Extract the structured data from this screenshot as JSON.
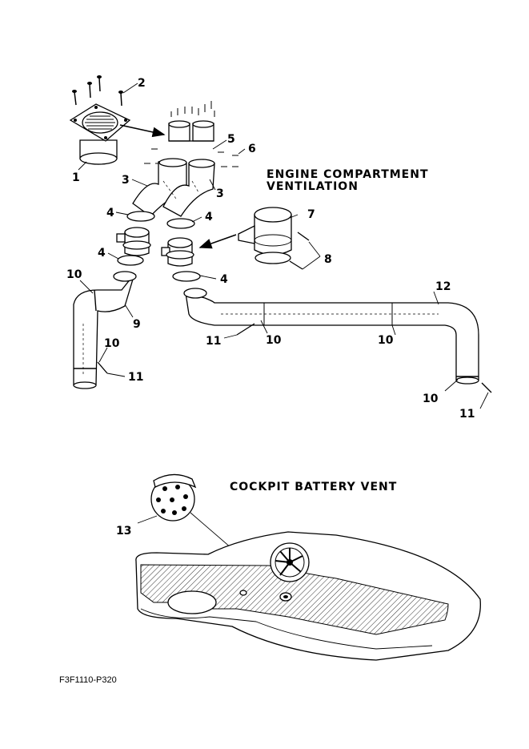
{
  "titles": {
    "engine_line1": "ENGINE COMPARTMENT",
    "engine_line2": "VENTILATION",
    "cockpit": "COCKPIT BATTERY VENT"
  },
  "figure_code": "F3F1110-P320",
  "callouts": {
    "c1": "1",
    "c2": "2",
    "c3a": "3",
    "c3b": "3",
    "c4a": "4",
    "c4b": "4",
    "c4c": "4",
    "c4d": "4",
    "c5": "5",
    "c6": "6",
    "c7": "7",
    "c8": "8",
    "c9": "9",
    "c10a": "10",
    "c10b": "10",
    "c10c": "10",
    "c10d": "10",
    "c10e": "10",
    "c11a": "11",
    "c11b": "11",
    "c11c": "11",
    "c12": "12",
    "c13": "13"
  }
}
